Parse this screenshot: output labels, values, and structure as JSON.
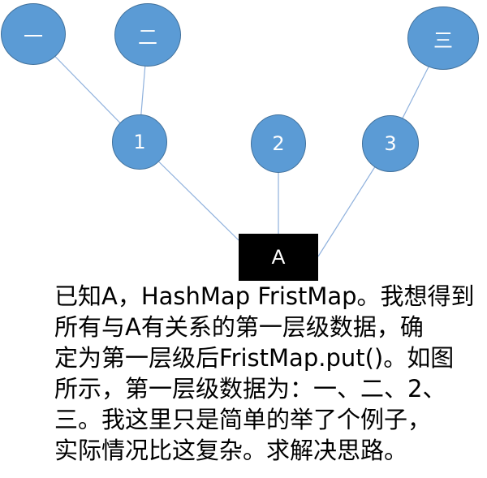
{
  "nodes": {
    "top1": "一",
    "top2": "二",
    "top3": "三",
    "mid1": "1",
    "mid2": "2",
    "mid3": "3",
    "root": "A"
  },
  "description": {
    "lines": [
      "已知A，HashMap FristMap。我想得到",
      "所有与A有关系的第一层级数据，确",
      "定为第一层级后FristMap.put()。如图",
      "所示，第一层级数据为：一、二、2、",
      "三。我这里只是简单的举了个例子，",
      "实际情况比这复杂。求解决思路。"
    ]
  },
  "colors": {
    "node_fill": "#5b9bd5",
    "node_border": "#41719c",
    "edge": "#8fb1dd",
    "root_fill": "#000000",
    "text": "#000000"
  }
}
